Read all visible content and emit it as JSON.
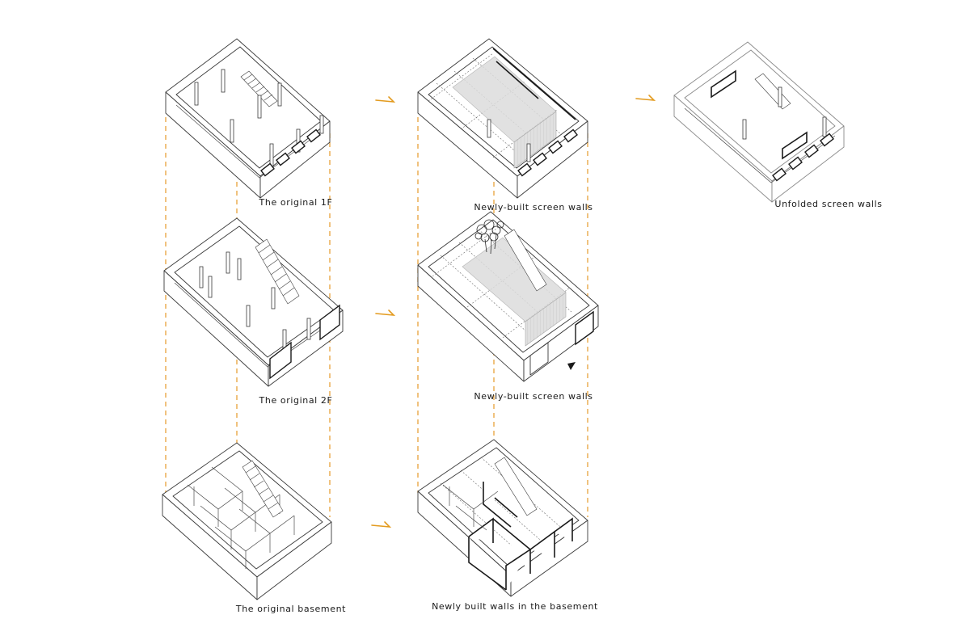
{
  "captions": {
    "original_1f": "The original 1F",
    "newly_built_screen_walls_1f": "Newly-built screen walls",
    "unfolded_screen_walls": "Unfolded screen walls",
    "original_2f": "The original 2F",
    "newly_built_screen_walls_2f": "Newly-built screen walls",
    "original_basement": "The original basement",
    "newly_built_walls_basement": "Newly built walls in the basement"
  },
  "colors": {
    "guide_lines": "#e8a13a",
    "arrows": "#e39b1f",
    "linework": "#3a3a3a",
    "screen_fill": "#dcdcdc"
  }
}
